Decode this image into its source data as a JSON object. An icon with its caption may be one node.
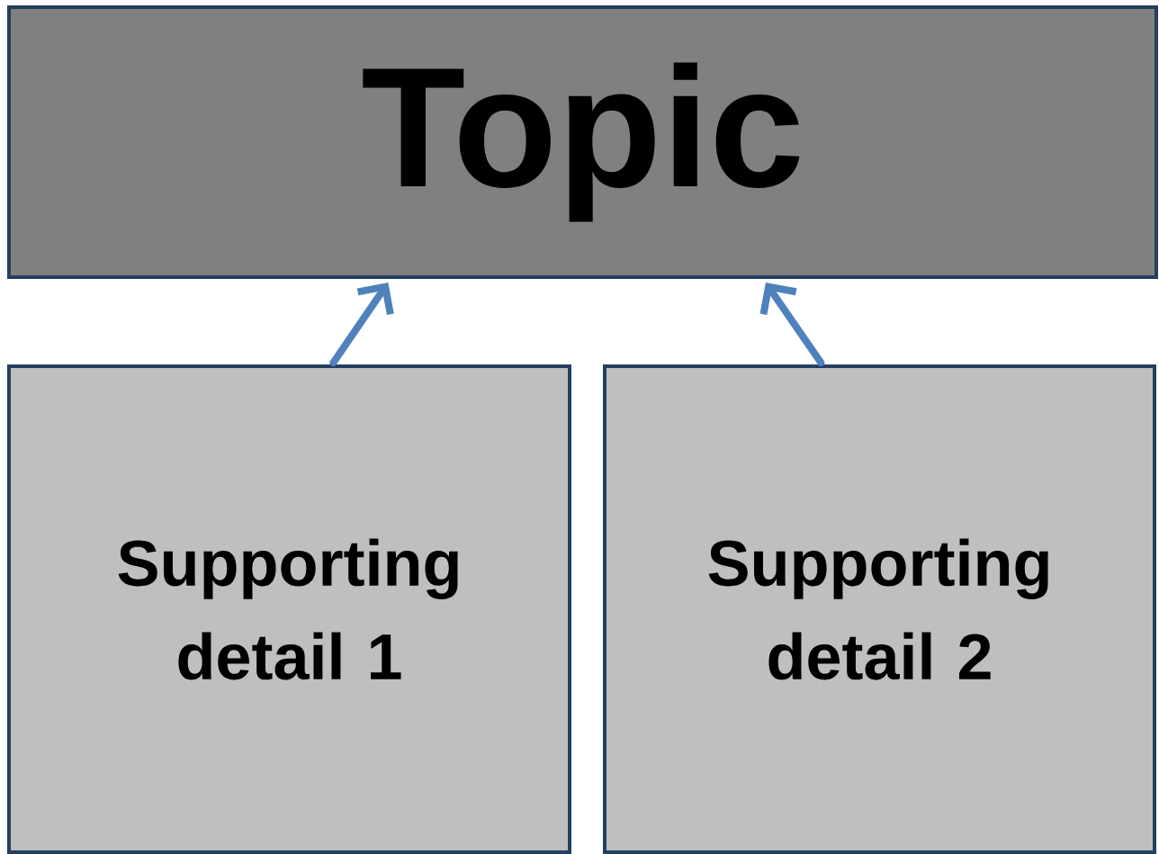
{
  "diagram": {
    "nodes": [
      {
        "text": [
          "Topic"
        ]
      },
      {
        "text": [
          "Supporting detail 1"
        ]
      },
      {
        "text": [
          "Supporting detail 2"
        ]
      }
    ],
    "edges": [
      {
        "from": 1,
        "to": 0,
        "arrow": "to"
      },
      {
        "from": 2,
        "to": 0,
        "arrow": "to"
      }
    ]
  }
}
